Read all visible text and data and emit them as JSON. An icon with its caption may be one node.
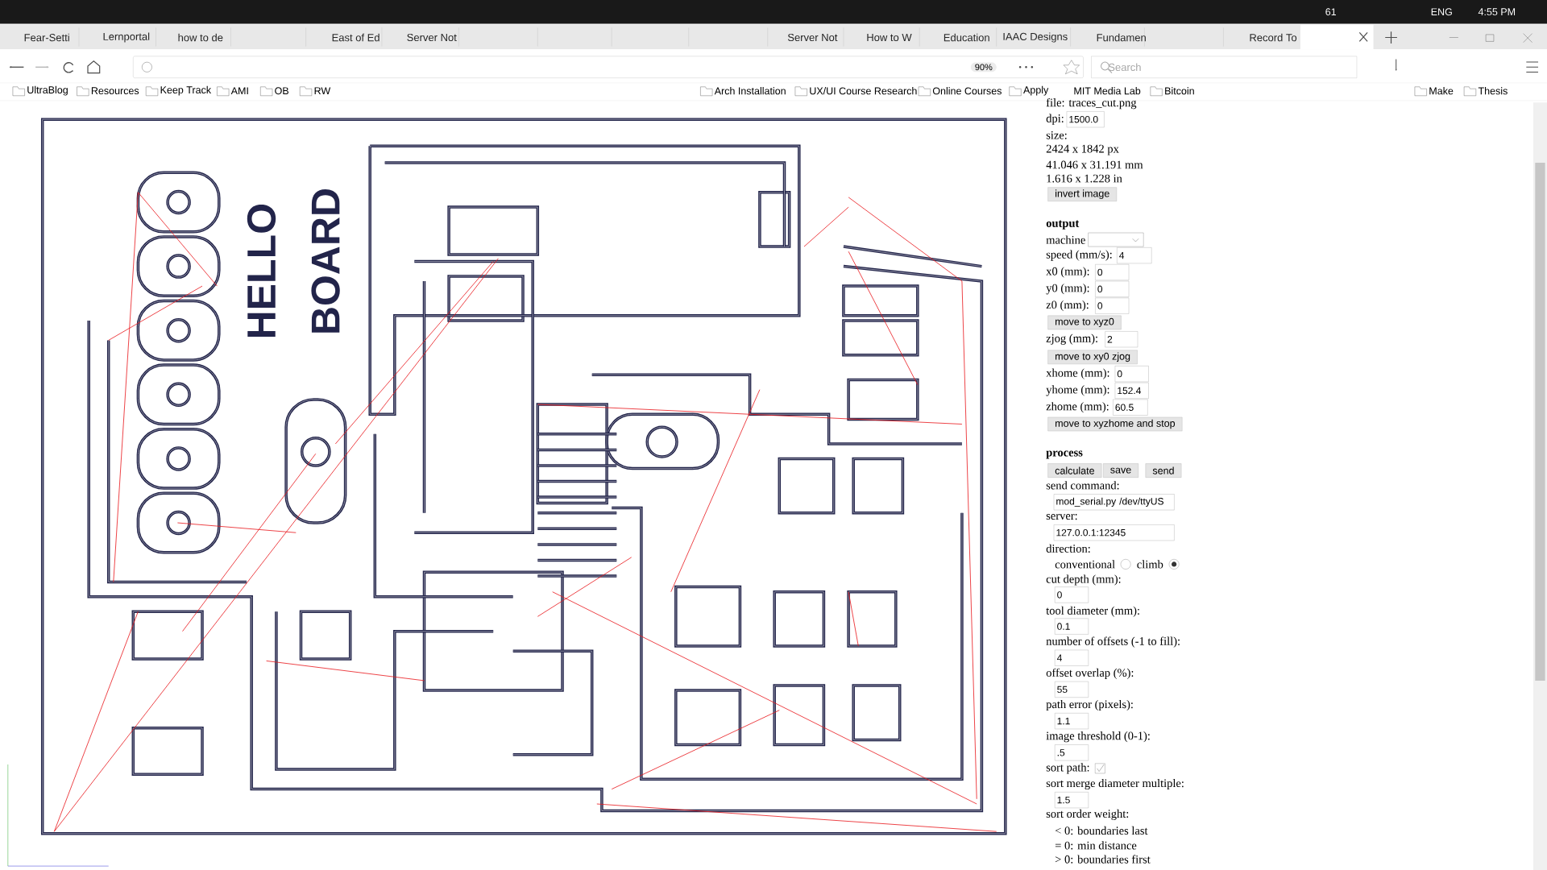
{
  "diagram": {
    "labels": [
      "Fear-Setti",
      "Lernportal",
      "how to de",
      "East of Ed",
      "Server Not",
      "Server Not",
      "How to W",
      "Education",
      "IAAC Designs",
      "Fundamen",
      "Record To",
      "90%",
      "Search",
      "UltraBlog",
      "Resources",
      "Keep Track",
      "AMI",
      "OB",
      "RW",
      "Arch Installation",
      "UX/UI Course Research",
      "Online Courses",
      "Apply",
      "MIT Media Lab",
      "Bitcoin",
      "Make",
      "Thesis",
      "61",
      "ENG",
      "4:55 PM",
      "HELLO",
      "BOARD",
      "file: traces_cut.png",
      "dpi:",
      "1500.0",
      "size:",
      "2424 x 1842 px",
      "41.046 x 31.191 mm",
      "1.616 x 1.228 in",
      "invert image",
      "output",
      "machine",
      "speed (mm/s):",
      "4",
      "x0 (mm):",
      "0",
      "y0 (mm):",
      "0",
      "z0 (mm):",
      "0",
      "move to xyz0",
      "zjog (mm):",
      "2",
      "move to xy0 zjog",
      "xhome (mm):",
      "0",
      "yhome (mm):",
      "152.4",
      "zhome (mm):",
      "60.5",
      "move to xyzhome and stop",
      "process",
      "calculate",
      "save",
      "send",
      "send command:",
      "mod_serial.py /dev/ttyUS",
      "server:",
      "127.0.0.1:12345",
      "direction:",
      "conventional",
      "climb",
      "cut depth (mm):",
      "0",
      "tool diameter (mm):",
      "0.1",
      "number of offsets (-1 to fill):",
      "4",
      "offset overlap (%):",
      "55",
      "path error (pixels):",
      "1.1",
      "image threshold (0-1):",
      ".5",
      "sort path:",
      "sort merge diameter multiple:",
      "1.5",
      "sort order weight:",
      "< 0: boundaries last",
      "= 0: min distance",
      "> 0: boundaries first"
    ]
  }
}
